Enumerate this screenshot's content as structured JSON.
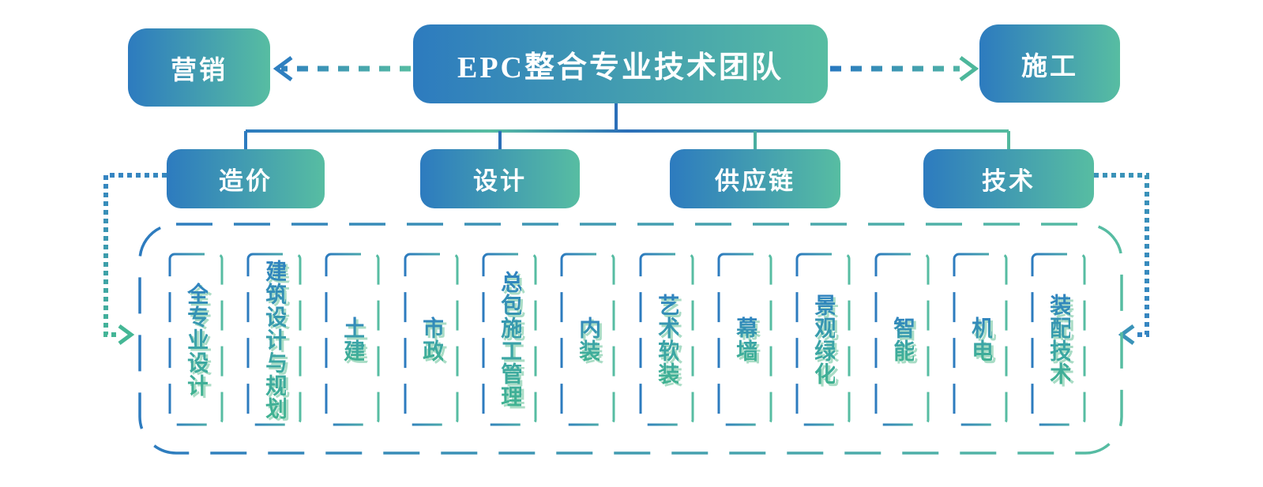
{
  "diagram": {
    "title": "EPC整合专业技术团队",
    "left_node": "营销",
    "right_node": "施工",
    "branches": [
      {
        "label": "造价"
      },
      {
        "label": "设计"
      },
      {
        "label": "供应链"
      },
      {
        "label": "技术"
      }
    ],
    "specialties": [
      {
        "label": "全专业设计"
      },
      {
        "label": "建筑设计与规划"
      },
      {
        "label": "土建"
      },
      {
        "label": "市政"
      },
      {
        "label": "总包施工管理"
      },
      {
        "label": "内装"
      },
      {
        "label": "艺术软装"
      },
      {
        "label": "幕墙"
      },
      {
        "label": "景观绿化"
      },
      {
        "label": "智能"
      },
      {
        "label": "机电"
      },
      {
        "label": "装配技术"
      }
    ],
    "colors": {
      "gradient_blue": "#2d7bbf",
      "gradient_green": "#57bda2",
      "connector_blue": "#2b6fb8",
      "accent_teal": "#45b795",
      "text_white": "#ffffff"
    }
  }
}
